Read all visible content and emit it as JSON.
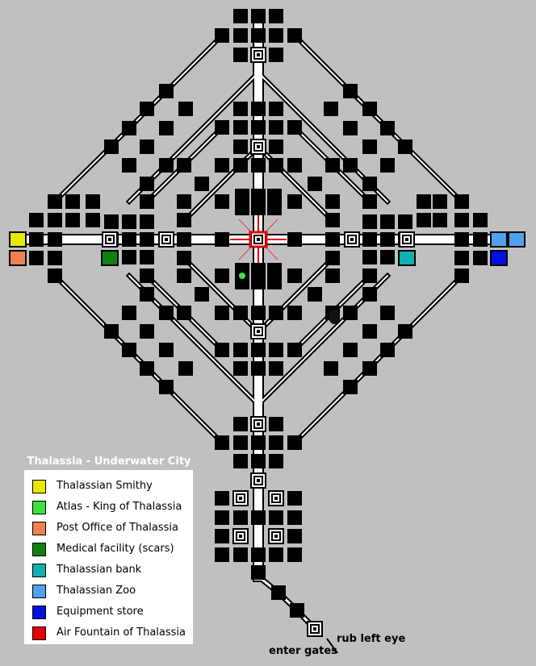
{
  "legend": {
    "title": "Thalassia - Underwater City",
    "items": [
      {
        "label": "Thalassian Smithy",
        "color": "#e8e800"
      },
      {
        "label": "Atlas - King of Thalassia",
        "color": "#40e040"
      },
      {
        "label": "Post Office of Thalassia",
        "color": "#f08050"
      },
      {
        "label": "Medical facility (scars)",
        "color": "#108010"
      },
      {
        "label": "Thalassian bank",
        "color": "#10b0b0"
      },
      {
        "label": "Thalassian Zoo",
        "color": "#50a0f0"
      },
      {
        "label": "Equipment store",
        "color": "#0010e0"
      },
      {
        "label": "Air Fountain of Thalassia",
        "color": "#e00000"
      }
    ]
  },
  "annotations": {
    "rub_left_eye": "rub left eye",
    "enter_gates": "enter gates"
  }
}
